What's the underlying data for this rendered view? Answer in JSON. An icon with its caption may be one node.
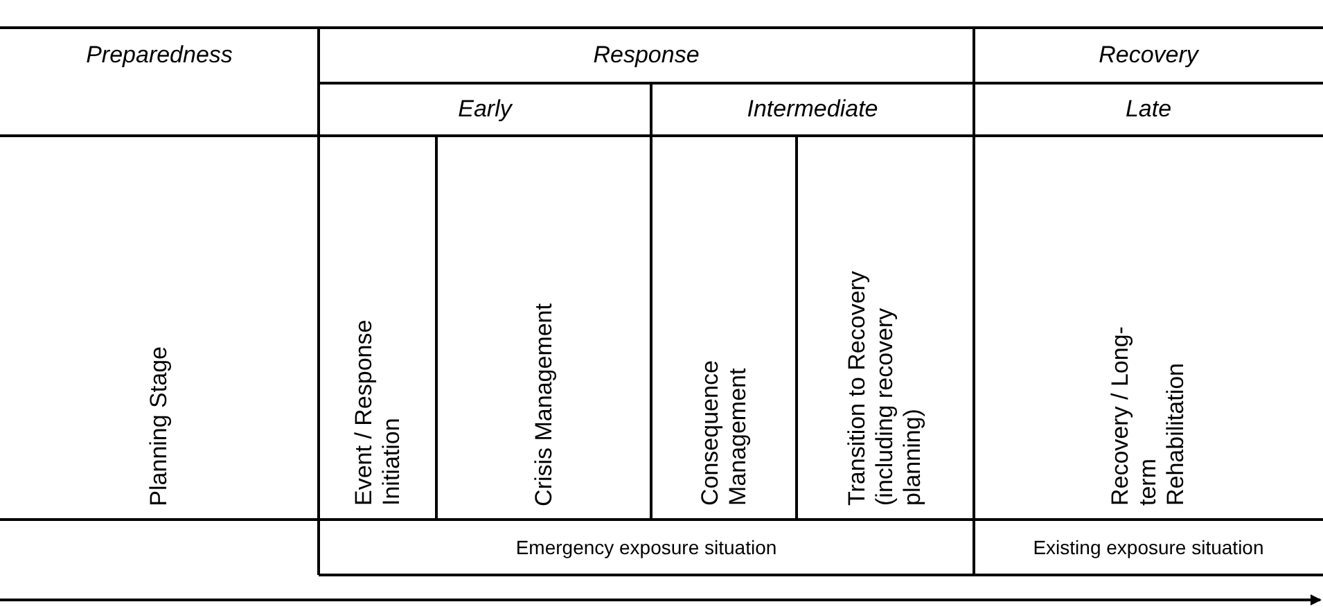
{
  "diagram": {
    "labels": [
      "Preparedness",
      "Response",
      "Recovery",
      "Early",
      "Intermediate",
      "Late",
      "Planning Stage",
      "Event / Response Initiation",
      "Crisis Management",
      "Consequence Management",
      "Transition to Recovery (including recovery planning)",
      "Recovery / Long-term Rehabilitation",
      "Emergency exposure situation",
      "Existing exposure situation"
    ]
  }
}
